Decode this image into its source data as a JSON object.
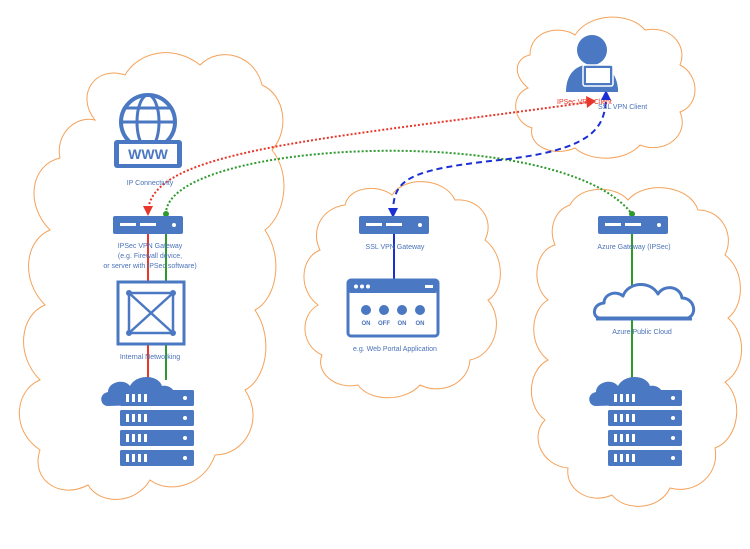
{
  "colors": {
    "icon": "#4a78c2",
    "cloud_outline": "#f5a25a",
    "label": "#4a72b8",
    "ipsec_link": "#e8362a",
    "azure_link": "#2e9a2e",
    "ssl_link": "#1a2fd4"
  },
  "onprem": {
    "web_label": "IP Connectivity",
    "gateway_label_1": "IPSec VPN Gateway",
    "gateway_label_2": "(e.g. Firewall device,",
    "gateway_label_3": "or server with IPSec software)",
    "network_label": "Internal Networking",
    "www_text": "WWW"
  },
  "ssl_site": {
    "gateway_label": "SSL VPN Gateway",
    "app_label": "e.g. Web Portal Application",
    "toggles": [
      "ON",
      "OFF",
      "ON",
      "ON"
    ]
  },
  "azure": {
    "gateway_label": "Azure Gateway (IPSec)",
    "cloud_label": "Azure Public Cloud"
  },
  "client": {
    "ipsec_label": "IPSec VPN Client",
    "ssl_label": "SSL VPN Client"
  }
}
